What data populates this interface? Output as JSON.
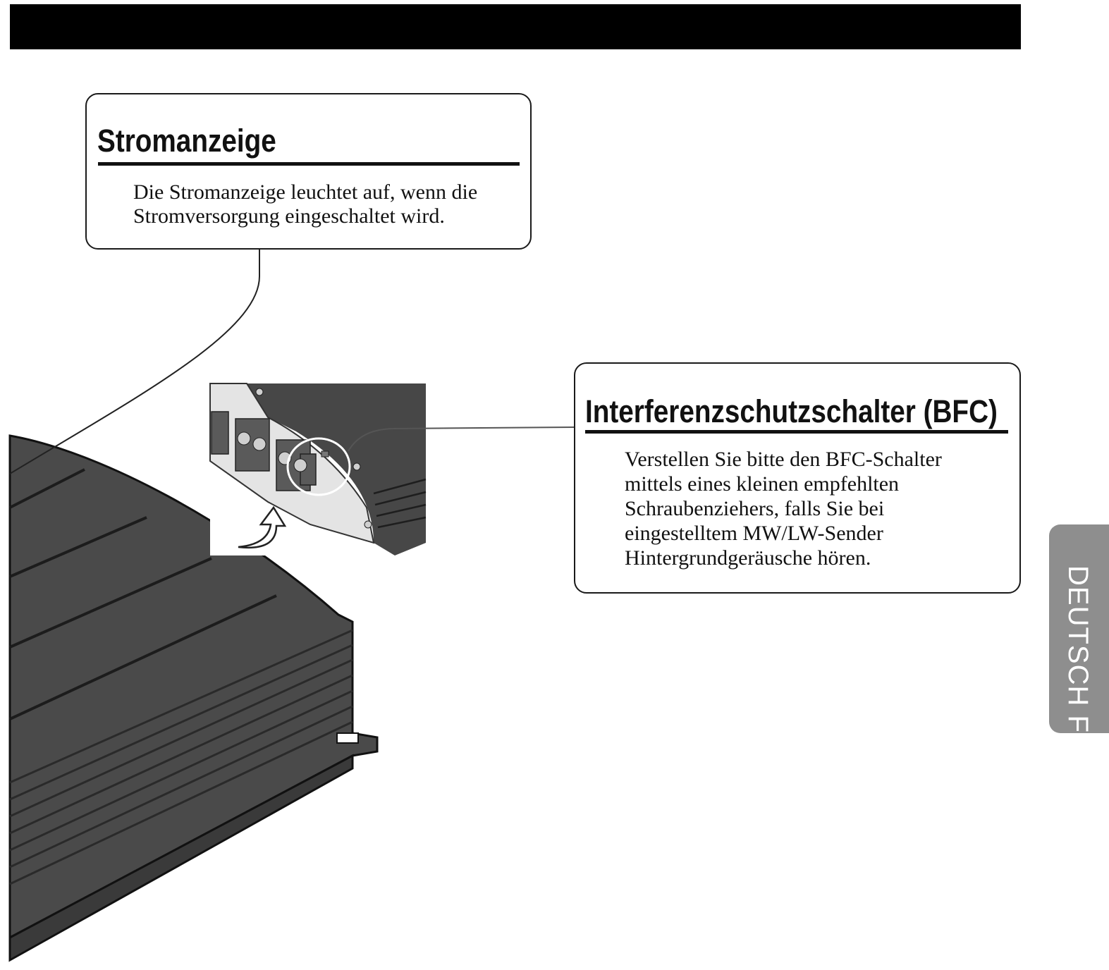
{
  "callouts": {
    "power": {
      "title": "Stromanzeige",
      "text_lines": [
        "Die Stromanzeige leuchtet auf, wenn die",
        "Stromversorgung eingeschaltet wird."
      ]
    },
    "bfc": {
      "title": "Interferenzschutzschalter (BFC)",
      "text_lines": [
        "Verstellen Sie bitte den BFC-Schalter",
        "mittels eines kleinen empfehlten",
        "Schraubenziehers, falls Sie bei",
        "eingestelltem MW/LW-Sender",
        "Hintergrundgeräusche hören."
      ]
    }
  },
  "language_tab": {
    "label": "DEUTSCH FR"
  },
  "icons": [
    "amplifier-illustration",
    "detail-inset",
    "curved-arrow-icon"
  ],
  "colors": {
    "bar": "#000000",
    "amplifier_body": "#4a4a4a",
    "tab": "#8e8e8e"
  }
}
